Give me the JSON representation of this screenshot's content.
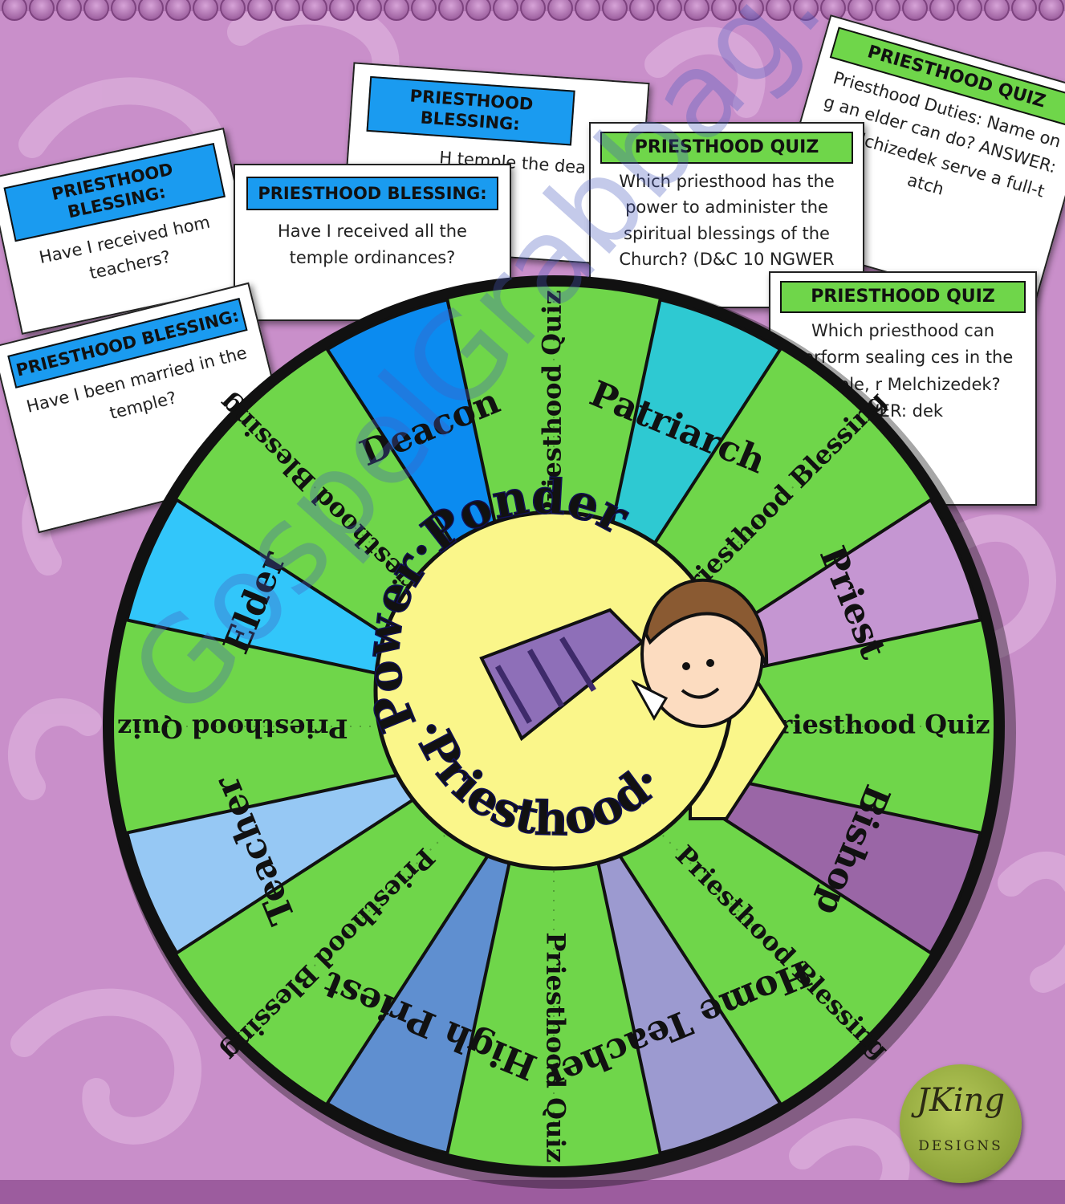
{
  "colors": {
    "background": "#c98fca",
    "swirl": "#d9a8da",
    "green": "#6fd64a",
    "blessing_header": "#1a9bf0",
    "quiz_header": "#6fd64a",
    "hub": "#faf68a"
  },
  "cards": [
    {
      "type": "blessing",
      "header": "PRIESTHOOD BLESSING:",
      "body": "Have I received hom teachers?"
    },
    {
      "type": "blessing",
      "header": "PRIESTHOOD BLESSING:",
      "body": "H temple the dea"
    },
    {
      "type": "quiz",
      "header": "PRIESTHOOD QUIZ",
      "body": "Priesthood Duties: Name on g an elder can do? ANSWER: e Melchizedek serve a full-t atch"
    },
    {
      "type": "quiz",
      "header": "PRIESTHOOD QUIZ",
      "body": "Which priesthood has the power to administer the spiritual blessings of the Church? (D&C 10 NGWER"
    },
    {
      "type": "blessing",
      "header": "PRIESTHOOD BLESSING:",
      "body": "Have I received all the temple ordinances?"
    },
    {
      "type": "quiz",
      "header": "PRIESTHOOD QUIZ",
      "body": "Which priesthood can perform sealing ces in the temple, r Melchizedek? WER: dek"
    },
    {
      "type": "blessing",
      "header": "PRIESTHOOD BLESSING:",
      "body": "Have I been married in the temple?"
    }
  ],
  "wheel": {
    "offices": [
      "Deacon",
      "Patriarch",
      "Priest",
      "Bishop",
      "Home Teacher",
      "High Priest",
      "Teacher",
      "Elder"
    ],
    "office_colors": [
      "#0b8bf0",
      "#2ec9d2",
      "#c596d2",
      "#9a66a6",
      "#9c9ad0",
      "#5f8fd0",
      "#96c8f4",
      "#32c6fa"
    ],
    "spoke_labels": [
      "Priesthood Quiz",
      "Priesthood Blessing",
      "Priesthood Quiz",
      "Priesthood Blessing",
      "Priesthood Quiz",
      "Priesthood Blessing",
      "Priesthood Quiz",
      "Priesthood Blessing"
    ],
    "hub_top": "Power·Ponder",
    "hub_bottom": "·Priesthood·"
  },
  "watermark": "GospelGrabbag.com",
  "logo": {
    "script": "JKing",
    "sub": "DESIGNS"
  }
}
